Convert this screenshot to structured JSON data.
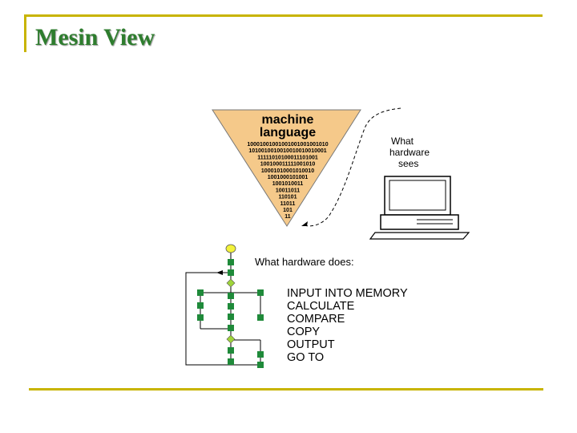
{
  "slide": {
    "title": "Mesin View"
  },
  "diagram": {
    "machine_language": {
      "label_line1": "machine",
      "label_line2": "language",
      "binary_rows": [
        "10001001001001001001001010",
        "1010010010010010010010001",
        "11111010100011101001",
        "100100011111001010",
        "10001010001010010",
        "1001000101001",
        "1001010011",
        "10011011",
        "110101",
        "11011",
        "101",
        "11"
      ]
    },
    "hardware_sees": {
      "line1": "What",
      "line2": "hardware",
      "line3": "sees"
    },
    "hardware_does": {
      "heading": "What hardware does:",
      "operations": [
        "INPUT INTO MEMORY",
        "CALCULATE",
        "COMPARE",
        "COPY",
        "OUTPUT",
        "GO TO"
      ]
    },
    "colors": {
      "triangle_fill": "#f5c98a",
      "node_green": "#1f8a3a",
      "node_yellow": "#f2f23a",
      "title_green": "#2e7d2e",
      "rule_gold": "#c8b400"
    }
  }
}
